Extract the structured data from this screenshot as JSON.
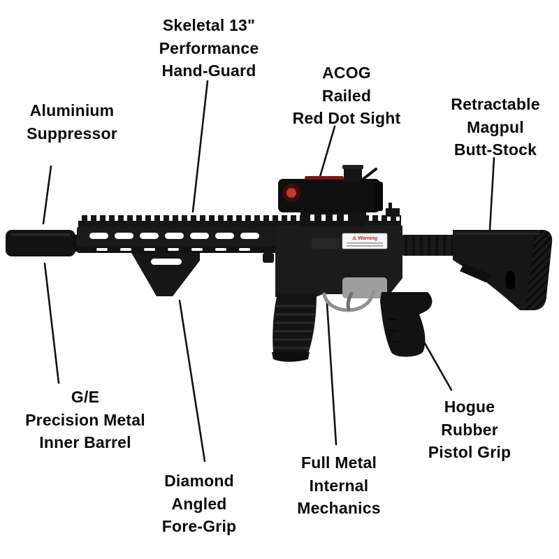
{
  "diagram": {
    "subject": "annotated-airsoft-rifle",
    "labels": {
      "handguard": "Skeletal 13\"\nPerformance\nHand-Guard",
      "sight": "ACOG\nRailed\nRed Dot Sight",
      "buttstock": "Retractable\nMagpul\nButt-Stock",
      "suppressor": "Aluminium\nSuppressor",
      "inner_barrel": "G/E\nPrecision Metal\nInner Barrel",
      "foregrip": "Diamond\nAngled\nFore-Grip",
      "internals": "Full Metal\nInternal\nMechanics",
      "pistol_grip": "Hogue Rubber\nPistol Grip"
    },
    "rifle": {
      "warning_sticker": "⚠ Warning"
    },
    "colors": {
      "background": "#ffffff",
      "text": "#0a0a0a",
      "connector_line": "#111111",
      "rifle_black": "#161616",
      "accent_red": "#c0392b",
      "metal_silver": "#a0a0a0"
    }
  }
}
